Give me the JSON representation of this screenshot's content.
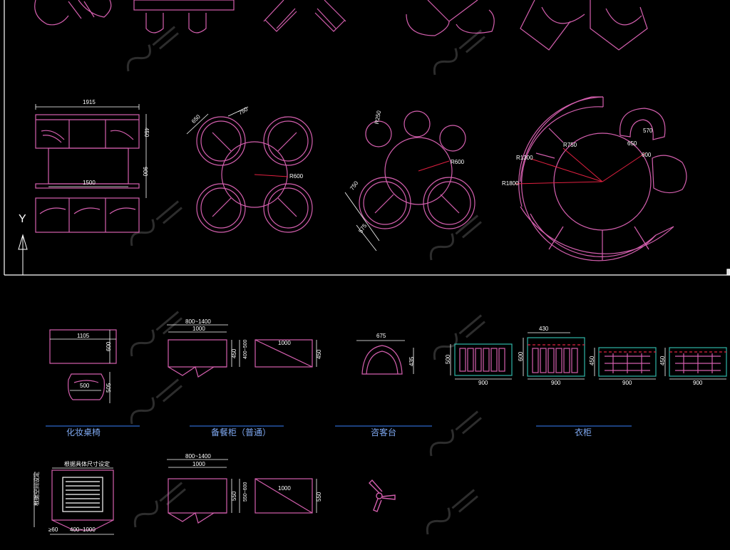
{
  "colors": {
    "background": "#000000",
    "furniture": "#d45fae",
    "dimension": "#ffffff",
    "radius_line": "#e02040",
    "caption_line": "#2e66c9",
    "caption_text": "#7fa9f2",
    "cabinet_frame": "#2fb6a8",
    "frame": "#ffffff",
    "watermark": "#3a3a3a"
  },
  "icons": {
    "axis": "ucs-y-axis-icon",
    "watermark": "watermark-logo-icon"
  },
  "axis_label": "Y",
  "dims": {
    "dresser_width": "1915",
    "dresser_depth": "450",
    "dresser_height": "900",
    "dresser_inner": "1500",
    "chair4_a": "650",
    "chair4_b": "750",
    "round_table_4": "R600",
    "stool_dim": "R250",
    "round_table_r": "R600",
    "chair_dim_a": "750",
    "chair_dim_b": "575",
    "arc_r1": "R750",
    "arc_r2": "R1300",
    "arc_r3": "R1800",
    "small_chair_a": "570",
    "small_chair_b": "650",
    "small_chair_c": "600",
    "vanity_w": "1105",
    "vanity_d": "600",
    "stool_w": "500",
    "stool_d": "505",
    "sideboard_range": "800~1400",
    "sideboard_w": "1000",
    "sideboard_d": "450",
    "sideboard_d2": "400~500",
    "sideboard_w2": "1000",
    "sideboard_d3": "450",
    "reception_w": "675",
    "reception_d": "435",
    "ward_h1": "500",
    "ward_w1": "900",
    "ward_top": "430",
    "ward_h2": "600",
    "ward_w2": "900",
    "ward_h3": "450",
    "ward_w3": "900",
    "ward_h4": "450",
    "ward_w4": "900",
    "row2_range": "800~1400",
    "row2_w": "1000",
    "row2_d": "550",
    "row2_d2": "550~600",
    "row2_w2": "1000",
    "row2_d3": "550",
    "bed_min": "≥60",
    "bed_range": "400~1000"
  },
  "captions": {
    "vanity": "化妆桌椅",
    "sideboard": "备餐柜（普通）",
    "reception": "咨客台",
    "wardrobe": "衣柜"
  },
  "bed_title": "根据具体尺寸设定",
  "bed_side": "根据空间设定"
}
